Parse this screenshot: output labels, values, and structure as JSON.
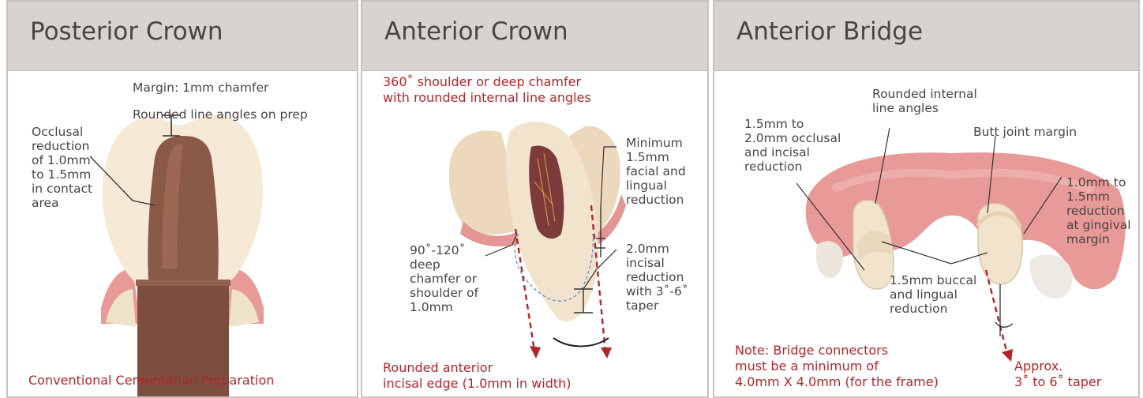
{
  "posterior_crown": {
    "title": "Posterior Crown",
    "margin_note": "Margin: 1mm chamfer",
    "line_angle_note": "Rounded line angles on prep",
    "occlusal_note": "Occlusal\nreduction\nof 1.0mm\nto 1.5mm\nin contact\narea",
    "footer": "Conventional Cementation Preparation"
  },
  "anterior_crown": {
    "title": "Anterior Crown",
    "shoulder_note": "360˚ shoulder or deep chamfer\nwith rounded internal line angles",
    "minimum_note": "Minimum\n1.5mm\nfacial and\nlingual\nreduction",
    "chamfer_note": "90˚-120˚\ndeep\nchamfer or\nshoulder of\n1.0mm",
    "incisal_note": "2.0mm\nincisal\nreduction\nwith 3˚-6˚\ntaper",
    "edge_note": "Rounded anterior\nincisal edge (1.0mm in width)"
  },
  "anterior_bridge": {
    "title": "Anterior Bridge",
    "rounded_note": "Rounded internal\nline angles",
    "occlusal_note": "1.5mm to\n2.0mm occlusal\nand incisal\nreduction",
    "butt_note": "Butt joint margin",
    "gingival_note": "1.0mm to\n1.5mm\nreduction\nat gingival\nmargin",
    "buccal_note": "1.5mm buccal\nand lingual\nreduction",
    "connector_note": "Note: Bridge connectors\nmust be a minimum of\n4.0mm X 4.0mm (for the frame)",
    "taper_note": "Approx.\n3˚ to 6˚ taper"
  },
  "colors": {
    "header_bg": "#d8d3cf",
    "accent_red": "#b0262b",
    "text": "#4a4442",
    "gum_pink": "#e79a98",
    "tooth_prep_brown": "#8a5a48",
    "enamel": "#f2e3cc"
  }
}
